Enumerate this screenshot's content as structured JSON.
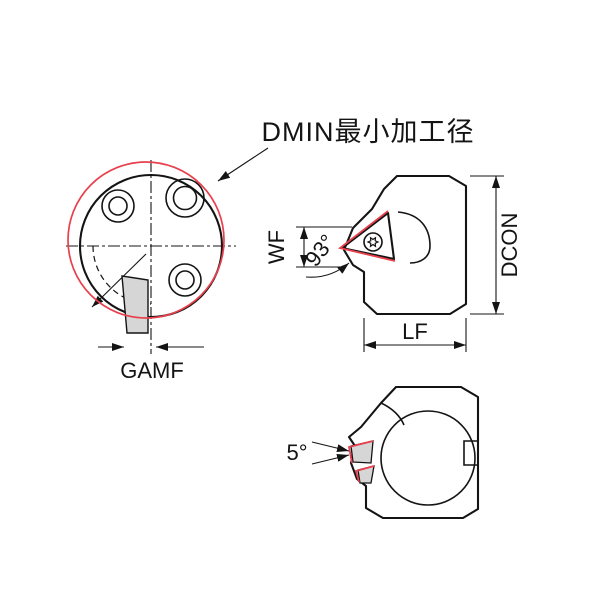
{
  "diagram": {
    "title": "DMIN最小加工径",
    "dimensions": {
      "wf": "WF",
      "angle_93": "93°",
      "dcon": "DCON",
      "lf": "LF",
      "gamf": "GAMF",
      "angle_5": "5°"
    },
    "colors": {
      "accent": "#e8404d",
      "part_fill": "#d6d6d6",
      "line": "#141414"
    }
  }
}
